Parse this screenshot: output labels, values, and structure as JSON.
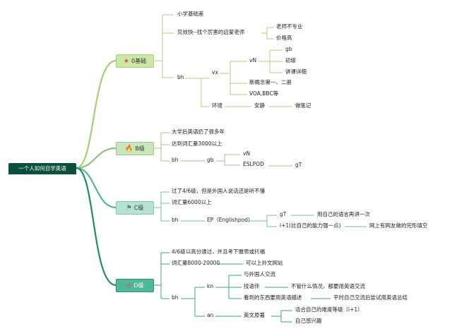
{
  "root": "一个人如何自学英语",
  "levels": {
    "l0": {
      "label": "0基础",
      "icon": "star-icon",
      "icon_color": "#e8503a"
    },
    "lb": {
      "label": "B级",
      "icon": "flame-icon",
      "icon_color": "#2d6fd6"
    },
    "lc": {
      "label": "C级",
      "icon": "flag-icon",
      "icon_color": "#5aa889"
    },
    "ld": {
      "label": "D级",
      "icon": "target-icon",
      "icon_color": "#d9573a"
    }
  },
  "nodes": {
    "n0a": "小学基础差",
    "n0b": "见效快--找个厉害的启蒙老师",
    "n0b1": "老师不专业",
    "n0b2": "价格高",
    "n0c": "bh",
    "n0c_vx": "vx",
    "n0c_vN": "vN",
    "n0c_gb": "gb",
    "n0c_cj": "初级",
    "n0c_jk": "讲课详细",
    "n0c_xgn": "新概念第一、二册",
    "n0c_voa": "VOA,BBC等",
    "n0c_env": "环境",
    "n0c_aj": "安静",
    "n0c_zbj": "做笔记",
    "nb1": "大学后英语扔了很多年",
    "nb2": "达到词汇量3000以上",
    "nb3": "bh",
    "nb3_gb": "gb",
    "nb3_vN": "vN",
    "nb3_esl": "ESLPOD",
    "nb3_gT": "gT",
    "nc1": "过了4/6级，但是外国人说话还是听不懂",
    "nc2": "词汇量6000以上",
    "nc3": "bh",
    "nc3_ep": "EP（Englishpod）",
    "nc3_gT": "gT",
    "nc3_gT_1": "用自己的语言再讲一次",
    "nc3_i1": "i+1(比自己的能力强一点)",
    "nc3_i1_1": "网上有网友做的完形填空",
    "nd1": "4/6级以高分通过，并且考下雅思或托福",
    "nd2": "词汇量8000-20000",
    "nd2_1": "可以上外文网站",
    "nd3": "bh",
    "nd3_kn": "kn",
    "nd3_kn1": "与外国人交流",
    "nd3_kn2": "找语伴",
    "nd3_kn2_1": "不管什么情况，都要用英语交流",
    "nd3_kn3": "看到的东西要用英语描述",
    "nd3_kn3_1": "平时自己交流后尝试用英语总结",
    "nd3_an": "an",
    "nd3_an1": "英文原著",
    "nd3_an1_1": "适合自己的难度等级（i+1）",
    "nd3_an1_2": "自己感兴趣"
  }
}
